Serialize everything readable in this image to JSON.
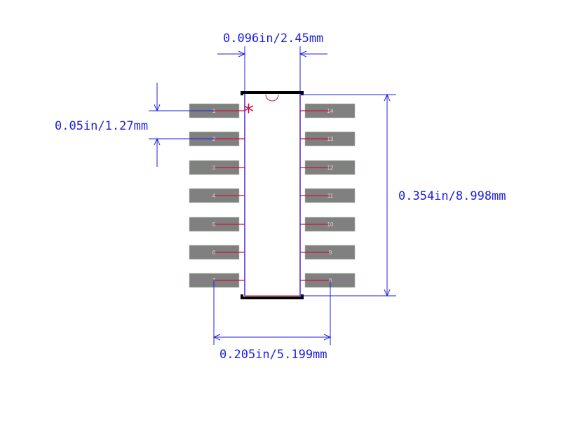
{
  "dimensions": {
    "body_width": "0.096in/2.45mm",
    "pitch": "0.05in/1.27mm",
    "body_length": "0.354in/8.998mm",
    "span": "0.205in/5.199mm"
  },
  "pins_left": [
    "1",
    "2",
    "3",
    "4",
    "5",
    "6",
    "7"
  ],
  "pins_right": [
    "14",
    "13",
    "12",
    "11",
    "10",
    "9",
    "8"
  ],
  "pin1_marker": "*",
  "colors": {
    "pad": "#808080",
    "dimension": "#2020e0",
    "silk": "#cc1040",
    "outline": "#000000"
  }
}
